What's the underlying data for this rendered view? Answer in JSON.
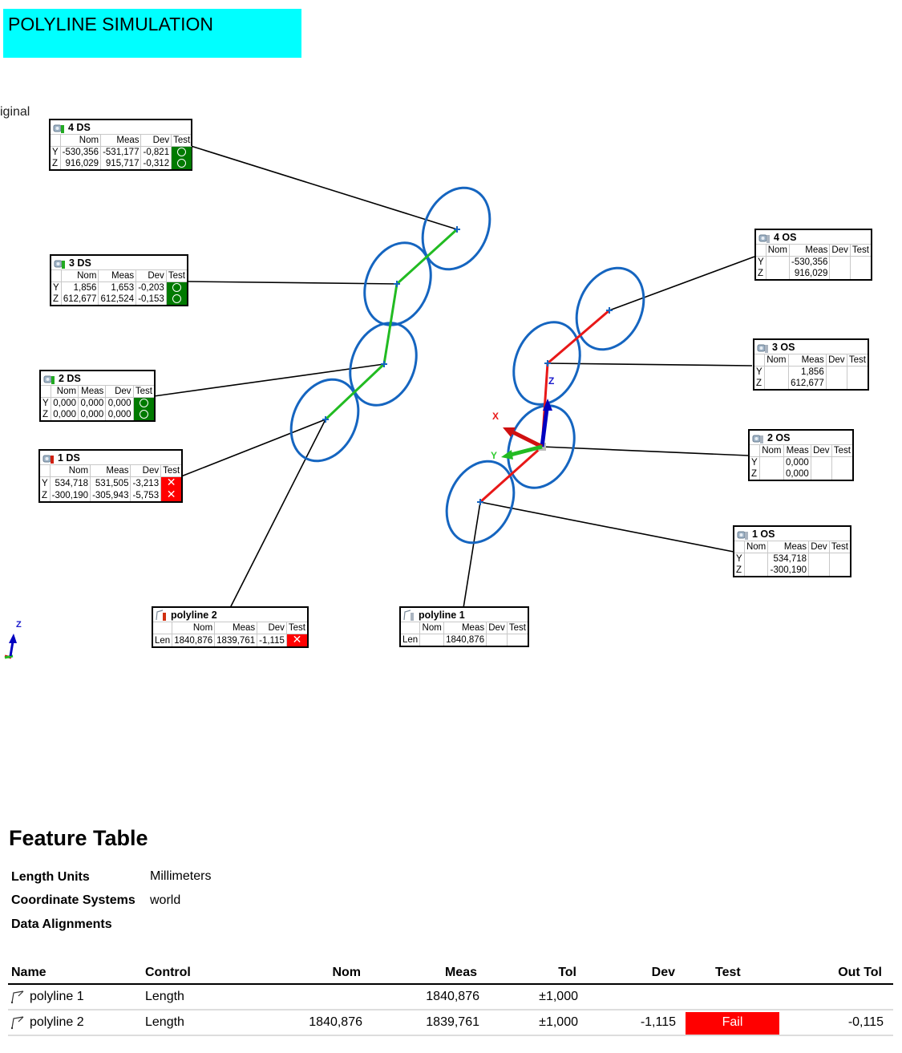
{
  "banner": {
    "title": "POLYLINE SIMULATION",
    "color": "#00ffff"
  },
  "view": {
    "cropped_label": "iginal",
    "triad_labels": {
      "x": "X",
      "y": "Y",
      "z": "Z"
    },
    "corner_triad_label": "Z",
    "colors": {
      "ellipse": "#1565c0",
      "polyline_ds": "#22bb22",
      "polyline_os": "#e81818",
      "leader": "#000000",
      "pass": "#007a00",
      "fail": "#ff0000"
    }
  },
  "callouts": {
    "ds4": {
      "title": "4 DS",
      "icon": "gauge-pass-icon",
      "cols": [
        "",
        "Nom",
        "Meas",
        "Dev",
        "Test"
      ],
      "rows": [
        {
          "axis": "Y",
          "nom": "-530,356",
          "meas": "-531,177",
          "dev": "-0,821",
          "test": "pass"
        },
        {
          "axis": "Z",
          "nom": "916,029",
          "meas": "915,717",
          "dev": "-0,312",
          "test": "pass"
        }
      ]
    },
    "ds3": {
      "title": "3 DS",
      "icon": "gauge-pass-icon",
      "cols": [
        "",
        "Nom",
        "Meas",
        "Dev",
        "Test"
      ],
      "rows": [
        {
          "axis": "Y",
          "nom": "1,856",
          "meas": "1,653",
          "dev": "-0,203",
          "test": "pass"
        },
        {
          "axis": "Z",
          "nom": "612,677",
          "meas": "612,524",
          "dev": "-0,153",
          "test": "pass"
        }
      ]
    },
    "ds2": {
      "title": "2 DS",
      "icon": "gauge-pass-icon",
      "cols": [
        "",
        "Nom",
        "Meas",
        "Dev",
        "Test"
      ],
      "rows": [
        {
          "axis": "Y",
          "nom": "0,000",
          "meas": "0,000",
          "dev": "0,000",
          "test": "pass"
        },
        {
          "axis": "Z",
          "nom": "0,000",
          "meas": "0,000",
          "dev": "0,000",
          "test": "pass"
        }
      ]
    },
    "ds1": {
      "title": "1 DS",
      "icon": "gauge-fail-icon",
      "cols": [
        "",
        "Nom",
        "Meas",
        "Dev",
        "Test"
      ],
      "rows": [
        {
          "axis": "Y",
          "nom": "534,718",
          "meas": "531,505",
          "dev": "-3,213",
          "test": "fail"
        },
        {
          "axis": "Z",
          "nom": "-300,190",
          "meas": "-305,943",
          "dev": "-5,753",
          "test": "fail"
        }
      ]
    },
    "os4": {
      "title": "4 OS",
      "icon": "gauge-icon",
      "cols": [
        "",
        "Nom",
        "Meas",
        "Dev",
        "Test"
      ],
      "rows": [
        {
          "axis": "Y",
          "nom": "",
          "meas": "-530,356",
          "dev": "",
          "test": ""
        },
        {
          "axis": "Z",
          "nom": "",
          "meas": "916,029",
          "dev": "",
          "test": ""
        }
      ]
    },
    "os3": {
      "title": "3 OS",
      "icon": "gauge-icon",
      "cols": [
        "",
        "Nom",
        "Meas",
        "Dev",
        "Test"
      ],
      "rows": [
        {
          "axis": "Y",
          "nom": "",
          "meas": "1,856",
          "dev": "",
          "test": ""
        },
        {
          "axis": "Z",
          "nom": "",
          "meas": "612,677",
          "dev": "",
          "test": ""
        }
      ]
    },
    "os2": {
      "title": "2 OS",
      "icon": "gauge-icon",
      "cols": [
        "",
        "Nom",
        "Meas",
        "Dev",
        "Test"
      ],
      "rows": [
        {
          "axis": "Y",
          "nom": "",
          "meas": "0,000",
          "dev": "",
          "test": ""
        },
        {
          "axis": "Z",
          "nom": "",
          "meas": "0,000",
          "dev": "",
          "test": ""
        }
      ]
    },
    "os1": {
      "title": "1 OS",
      "icon": "gauge-icon",
      "cols": [
        "",
        "Nom",
        "Meas",
        "Dev",
        "Test"
      ],
      "rows": [
        {
          "axis": "Y",
          "nom": "",
          "meas": "534,718",
          "dev": "",
          "test": ""
        },
        {
          "axis": "Z",
          "nom": "",
          "meas": "-300,190",
          "dev": "",
          "test": ""
        }
      ]
    },
    "poly2": {
      "title": "polyline 2",
      "icon": "polyline-fail-icon",
      "cols": [
        "",
        "Nom",
        "Meas",
        "Dev",
        "Test"
      ],
      "rows": [
        {
          "axis": "Len",
          "nom": "1840,876",
          "meas": "1839,761",
          "dev": "-1,115",
          "test": "fail"
        }
      ]
    },
    "poly1": {
      "title": "polyline 1",
      "icon": "polyline-icon",
      "cols": [
        "",
        "Nom",
        "Meas",
        "Dev",
        "Test"
      ],
      "rows": [
        {
          "axis": "Len",
          "nom": "",
          "meas": "1840,876",
          "dev": "",
          "test": ""
        }
      ]
    }
  },
  "feature_table": {
    "title": "Feature Table",
    "properties": [
      {
        "label": "Length Units",
        "value": "Millimeters"
      },
      {
        "label": "Coordinate Systems",
        "value": "world"
      },
      {
        "label": "Data Alignments",
        "value": ""
      }
    ],
    "columns": [
      "Name",
      "Control",
      "Nom",
      "Meas",
      "Tol",
      "Dev",
      "Test",
      "Out Tol"
    ],
    "rows": [
      {
        "name": "polyline 1",
        "control": "Length",
        "nom": "",
        "meas": "1840,876",
        "tol": "±1,000",
        "dev": "",
        "test": "",
        "out_tol": ""
      },
      {
        "name": "polyline 2",
        "control": "Length",
        "nom": "1840,876",
        "meas": "1839,761",
        "tol": "±1,000",
        "dev": "-1,115",
        "test": "Fail",
        "out_tol": "-0,115"
      }
    ]
  }
}
